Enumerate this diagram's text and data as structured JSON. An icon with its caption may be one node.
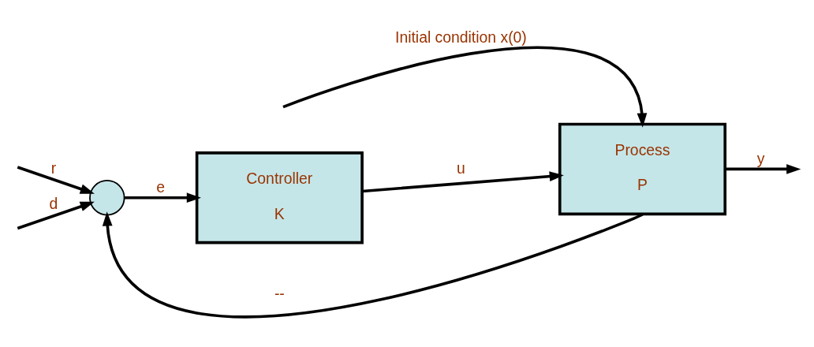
{
  "diagram": {
    "nodes": [
      {
        "text": [],
        "shape": "circle"
      },
      {
        "text": [
          "Controller",
          "K"
        ]
      },
      {
        "text": [
          "Process",
          "P"
        ]
      }
    ],
    "edges": [
      {
        "from": null,
        "to": 0,
        "arrow": "to",
        "label": "r"
      },
      {
        "from": null,
        "to": 0,
        "arrow": "to",
        "label": "d"
      },
      {
        "from": 0,
        "to": 1,
        "arrow": "to",
        "label": "e"
      },
      {
        "from": 1,
        "to": 2,
        "arrow": "to",
        "label": "u"
      },
      {
        "from": null,
        "to": 2,
        "arrow": "to",
        "label": "Initial condition x(0)"
      },
      {
        "from": 2,
        "to": null,
        "arrow": "to",
        "label": "y"
      },
      {
        "from": 2,
        "to": 0,
        "arrow": "to",
        "label": "--"
      }
    ]
  }
}
